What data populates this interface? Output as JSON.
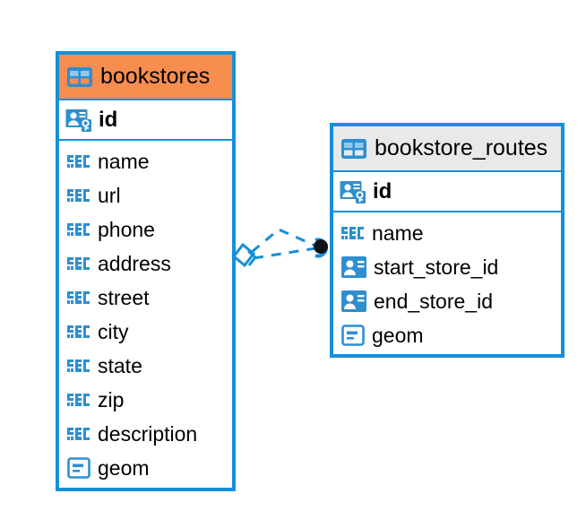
{
  "diagram": {
    "type": "er-diagram",
    "background": "#FFFFFF",
    "accent_color": "#1490D8",
    "highlight_color": "#F78D4F",
    "header_gray": "#E9E9E9"
  },
  "entities": [
    {
      "name": "bookstores",
      "header_style": "orange-highlighted",
      "table_icon": "table-grid-icon",
      "primary_key": {
        "label": "id",
        "icon": "primary-key-icon"
      },
      "fields": [
        {
          "label": "name",
          "icon": "abc-text-icon"
        },
        {
          "label": "url",
          "icon": "abc-text-icon"
        },
        {
          "label": "phone",
          "icon": "abc-text-icon"
        },
        {
          "label": "address",
          "icon": "abc-text-icon"
        },
        {
          "label": "street",
          "icon": "abc-text-icon"
        },
        {
          "label": "city",
          "icon": "abc-text-icon"
        },
        {
          "label": "state",
          "icon": "abc-text-icon"
        },
        {
          "label": "zip",
          "icon": "abc-text-icon"
        },
        {
          "label": "description",
          "icon": "abc-text-icon"
        },
        {
          "label": "geom",
          "icon": "geometry-icon"
        }
      ]
    },
    {
      "name": "bookstore_routes",
      "header_style": "gray",
      "table_icon": "table-grid-icon",
      "primary_key": {
        "label": "id",
        "icon": "primary-key-icon"
      },
      "fields": [
        {
          "label": "name",
          "icon": "abc-text-icon"
        },
        {
          "label": "start_store_id",
          "icon": "foreign-key-icon"
        },
        {
          "label": "end_store_id",
          "icon": "foreign-key-icon"
        },
        {
          "label": "geom",
          "icon": "geometry-icon"
        }
      ]
    }
  ],
  "relationship": {
    "style": "dashed",
    "color": "#1490D8",
    "source_marker": "diamond-outline",
    "target_marker": "filled-circle"
  }
}
